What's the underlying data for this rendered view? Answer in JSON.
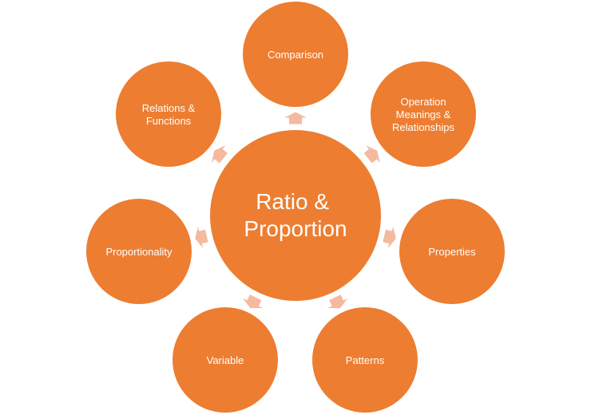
{
  "diagram": {
    "type": "radial-cycle",
    "colors": {
      "node": "#ed7d31",
      "arrow": "#f5b9a0",
      "text": "#ffffff"
    },
    "center": {
      "id": "ratio-proportion",
      "lines": [
        "Ratio &",
        "Proportion"
      ]
    },
    "nodes": [
      {
        "id": "comparison",
        "lines": [
          "Comparison"
        ]
      },
      {
        "id": "operation-meanings",
        "lines": [
          "Operation",
          "Meanings &",
          "Relationships"
        ]
      },
      {
        "id": "properties",
        "lines": [
          "Properties"
        ]
      },
      {
        "id": "patterns",
        "lines": [
          "Patterns"
        ]
      },
      {
        "id": "variable",
        "lines": [
          "Variable"
        ]
      },
      {
        "id": "proportionality",
        "lines": [
          "Proportionality"
        ]
      },
      {
        "id": "relations-functions",
        "lines": [
          "Relations &",
          "Functions"
        ]
      }
    ],
    "edges": [
      {
        "from": "ratio-proportion",
        "to": "comparison"
      },
      {
        "from": "ratio-proportion",
        "to": "operation-meanings"
      },
      {
        "from": "ratio-proportion",
        "to": "properties"
      },
      {
        "from": "ratio-proportion",
        "to": "patterns"
      },
      {
        "from": "ratio-proportion",
        "to": "variable"
      },
      {
        "from": "ratio-proportion",
        "to": "proportionality"
      },
      {
        "from": "ratio-proportion",
        "to": "relations-functions"
      }
    ]
  }
}
